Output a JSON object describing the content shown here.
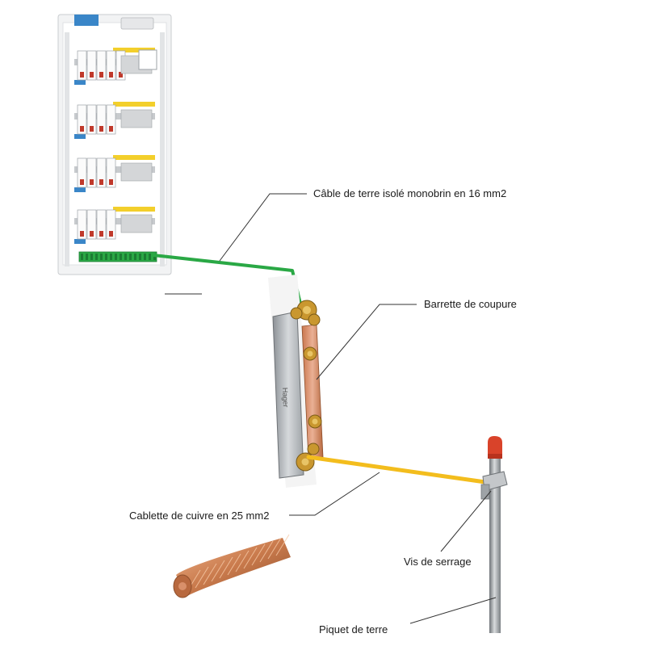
{
  "labels": {
    "earth_cable": "Câble de terre isolé monobrin en 16 mm2",
    "disconnect_bar": "Barrette de coupure",
    "copper_strand": "Cablette de cuivre en 25 mm2",
    "clamp_screw": "Vis de serrage",
    "earth_rod": "Piquet de terre"
  },
  "panel": {
    "brand": "Hager"
  },
  "colors": {
    "earth_cable": "#2aa845",
    "copper_strand": "#f3bd1d",
    "copper_bar": "#d9906a",
    "brass": "#c9972f",
    "rod_cap": "#d9432a",
    "rod": "#a7abae",
    "leader_line": "#333333"
  },
  "icons": [
    "electrical-panel-icon",
    "disconnect-bar-icon",
    "copper-strand-icon",
    "earth-rod-icon"
  ]
}
